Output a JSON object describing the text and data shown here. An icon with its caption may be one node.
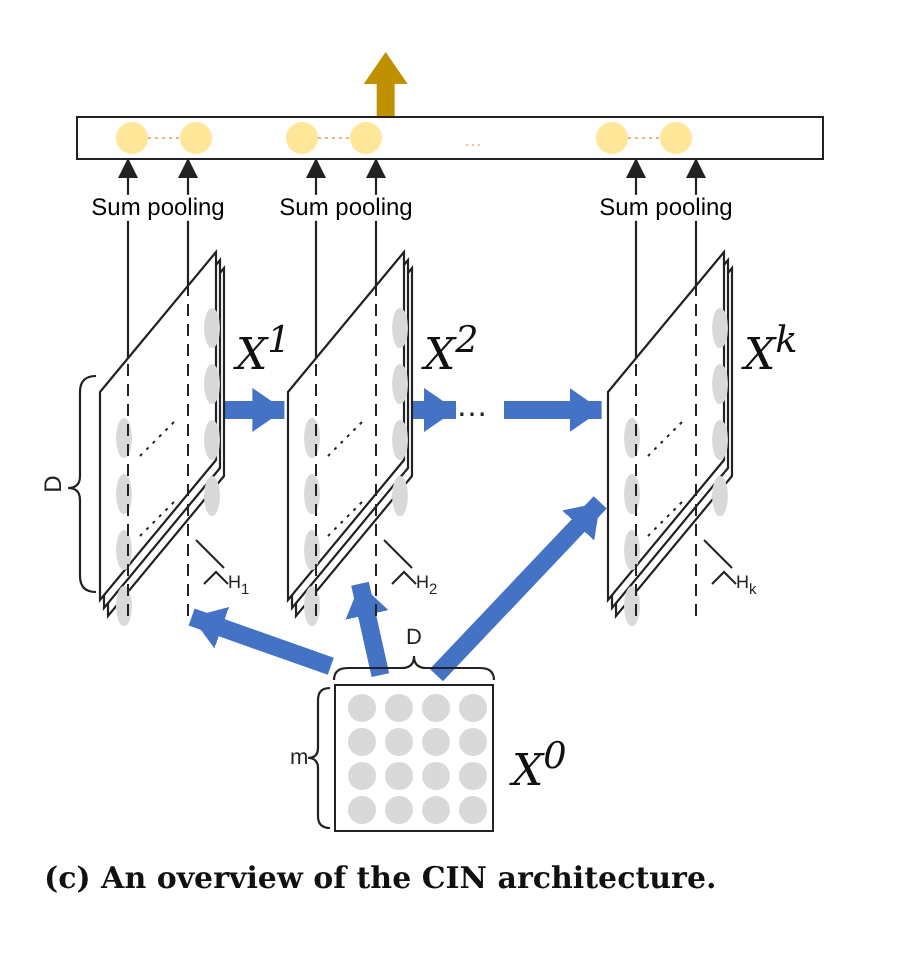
{
  "diagram": {
    "caption": "(c) An overview of the CIN architecture.",
    "nodes": [
      {
        "text": [],
        "shape": "box"
      },
      {
        "text": [],
        "shape": "box",
        "beside": [
          "X$^{1}$",
          "H$_{1}$"
        ]
      },
      {
        "text": [],
        "shape": "box",
        "beside": [
          "X$^{2}$",
          "H$_{2}$"
        ]
      },
      {
        "text": [
          "…"
        ]
      },
      {
        "text": [],
        "shape": "box",
        "beside": [
          "X$^{k}$",
          "H$_{k}$"
        ]
      },
      {
        "text": [],
        "shape": "box",
        "beside": [
          "X$^{0}$"
        ]
      }
    ],
    "edges": [
      {
        "from": 1,
        "to": 0,
        "arrow": "to",
        "label": "Sum pooling"
      },
      {
        "from": 1,
        "to": 0,
        "arrow": "to"
      },
      {
        "from": 2,
        "to": 0,
        "arrow": "to",
        "label": "Sum pooling"
      },
      {
        "from": 2,
        "to": 0,
        "arrow": "to"
      },
      {
        "from": 4,
        "to": 0,
        "arrow": "to",
        "label": "Sum pooling"
      },
      {
        "from": 4,
        "to": 0,
        "arrow": "to"
      },
      {
        "from": 1,
        "to": 2,
        "arrow": "to",
        "color": "#4472c4"
      },
      {
        "from": 2,
        "to": 3,
        "arrow": "to",
        "color": "#4472c4"
      },
      {
        "from": 3,
        "to": 4,
        "arrow": "to",
        "color": "#4472c4"
      },
      {
        "from": 5,
        "to": 1,
        "arrow": "to",
        "color": "#4472c4"
      },
      {
        "from": 5,
        "to": 2,
        "arrow": "to",
        "color": "#4472c4"
      },
      {
        "from": 5,
        "to": 4,
        "arrow": "to",
        "color": "#4472c4"
      },
      {
        "from": 0,
        "to": null,
        "arrow": "to",
        "color": "#bf9000"
      }
    ],
    "labels": [
      "…",
      "D",
      "D",
      "m"
    ]
  }
}
